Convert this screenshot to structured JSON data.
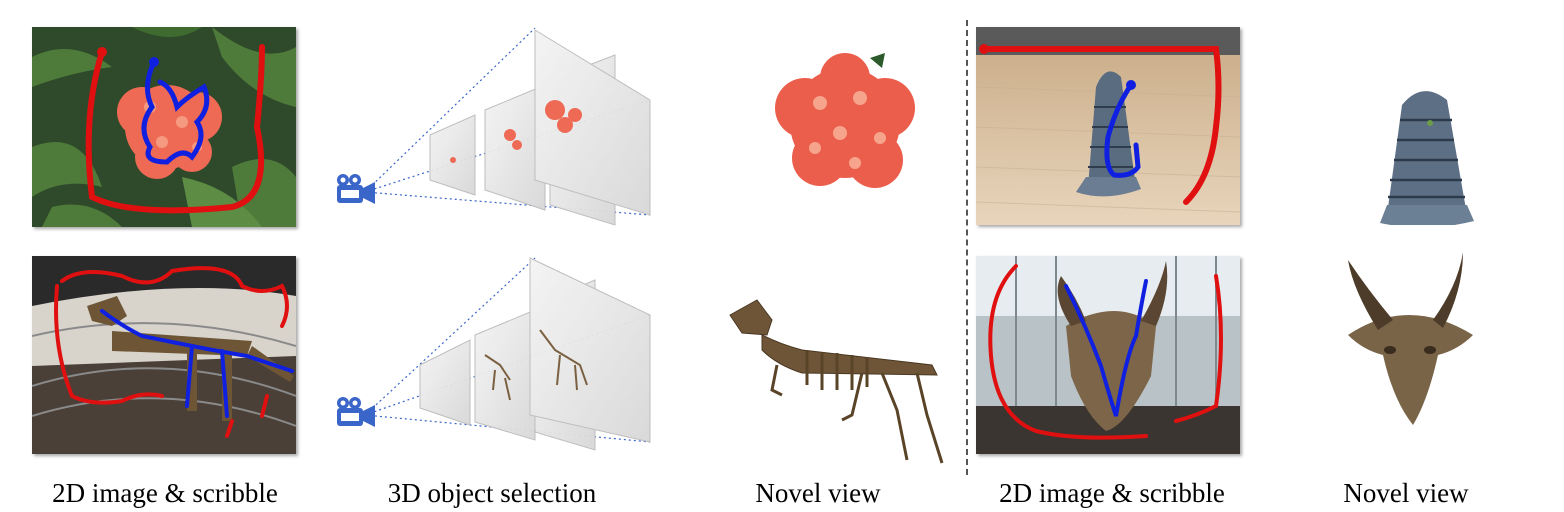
{
  "captions": {
    "col1": "2D image & scribble",
    "col2": "3D object selection",
    "col3": "Novel view",
    "col4": "2D image & scribble",
    "col5": "Novel view"
  },
  "colors": {
    "positive_scribble": "#1020e0",
    "negative_scribble": "#e01010",
    "camera_icon": "#3b66c9"
  }
}
